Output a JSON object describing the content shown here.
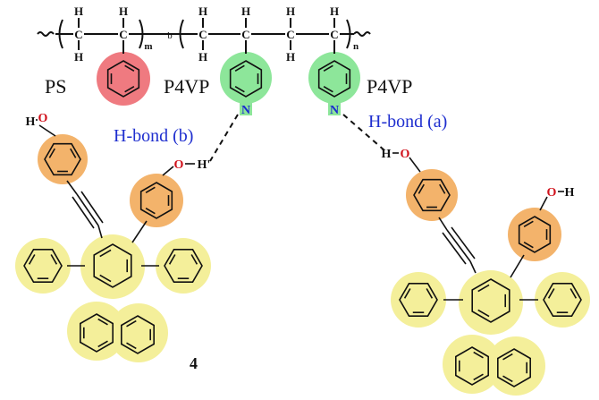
{
  "colors": {
    "ps_highlight": "#ef7a80",
    "p4vp_highlight": "#8de69a",
    "phenol_highlight": "#f3b36b",
    "core_highlight": "#f4ef9a",
    "hbond_text": "#1f2fcf",
    "bond_line": "#111111",
    "oxygen": "#d0101a",
    "nitrogen": "#1a2ad0"
  },
  "polymer": {
    "carbon": "C",
    "hydrogen": "H",
    "sub_m": "m",
    "sub_b": "b",
    "sub_n": "n"
  },
  "labels": {
    "ps": "PS",
    "p4vp_left": "P4VP",
    "p4vp_right": "P4VP",
    "hbond_b": "H-bond (b)",
    "hbond_a": "H-bond (a)",
    "compound_number": "4"
  },
  "atoms": {
    "nitrogen": "N",
    "oxygen": "O",
    "hydrogen": "H",
    "hydrogen_prime": "H'"
  }
}
